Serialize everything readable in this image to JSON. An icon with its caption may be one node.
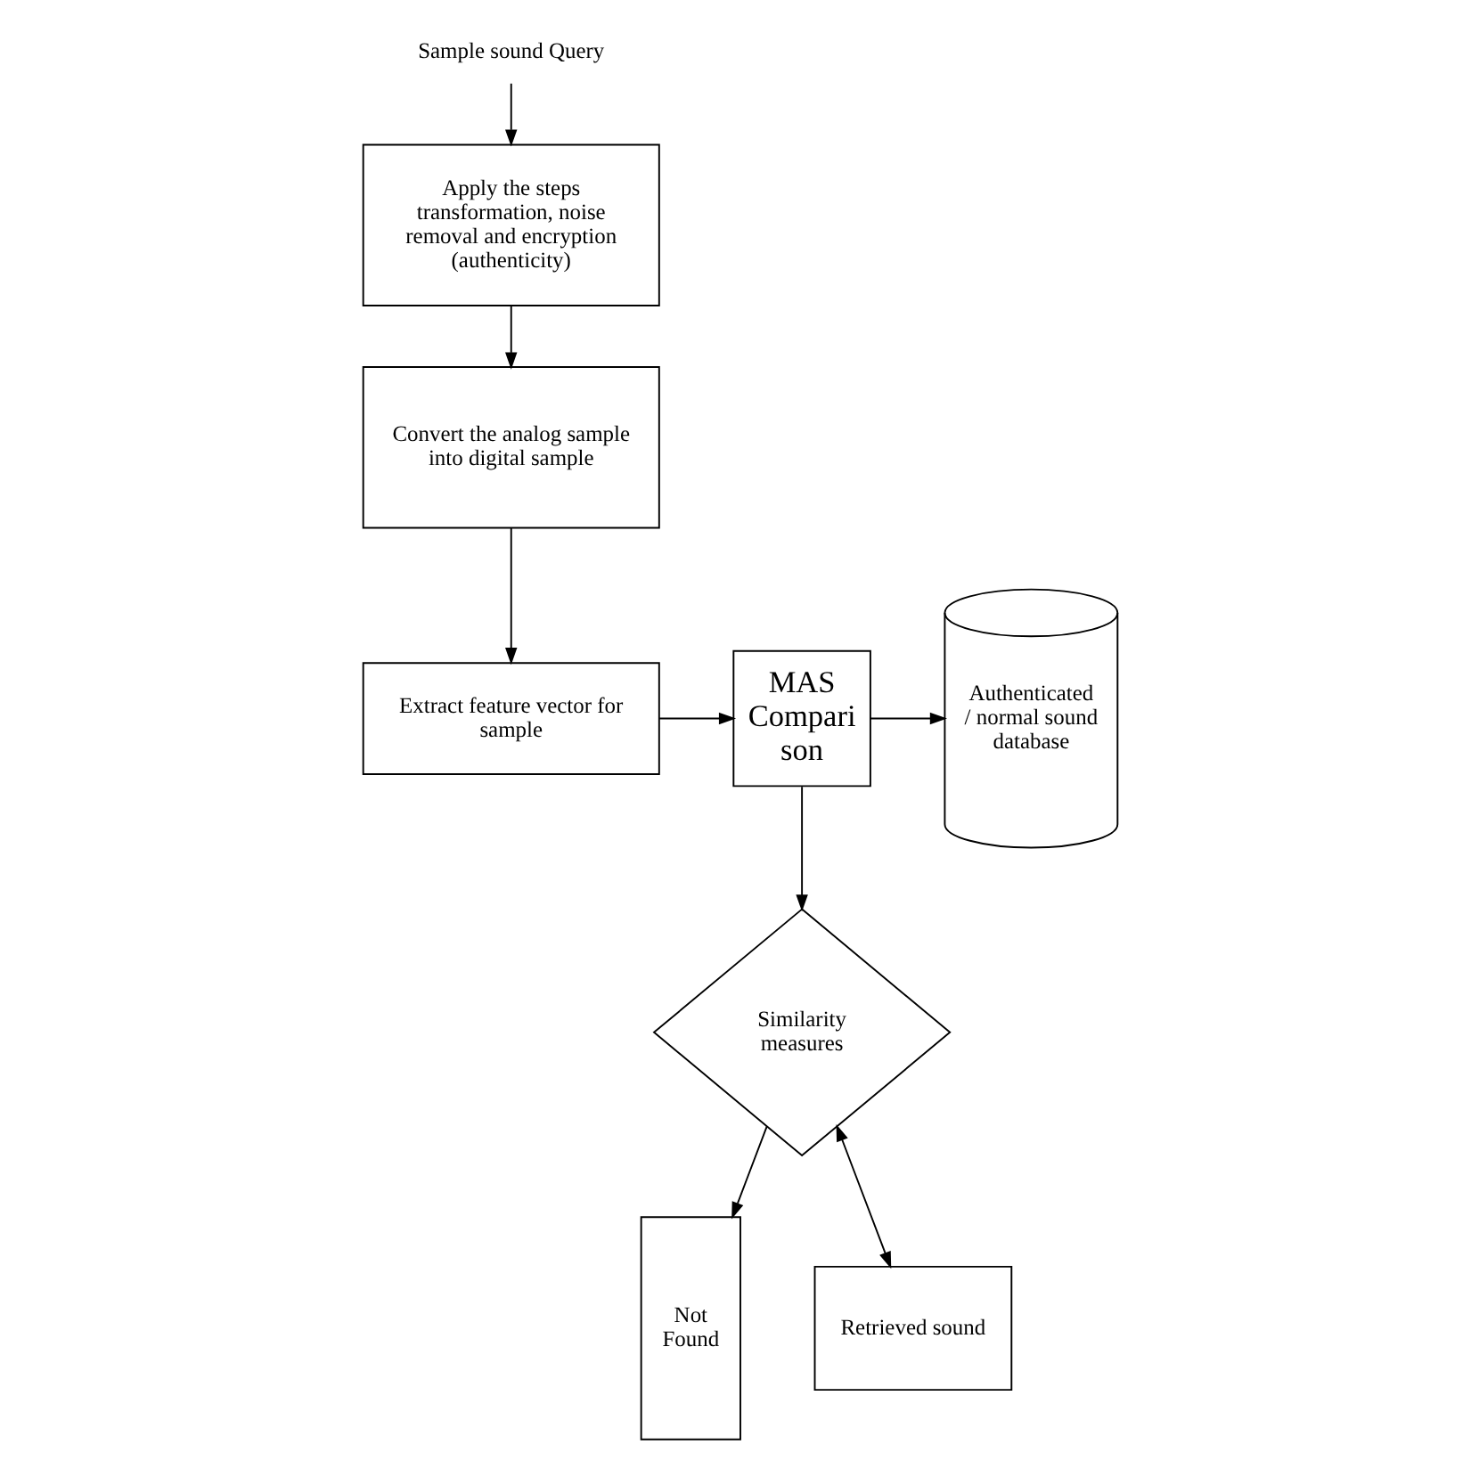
{
  "diagram": {
    "nodes": [
      {
        "text": [
          "Sample sound Query"
        ]
      },
      {
        "text": [
          "Apply the steps transformation, noise removal and encryption (authenticity)"
        ]
      },
      {
        "text": [
          "Convert the analog sample into digital sample"
        ]
      },
      {
        "text": [
          "Extract feature vector for sample"
        ]
      },
      {
        "text": [
          "MAS Compari son"
        ]
      },
      {
        "text": [
          "Authenticated / normal sound database"
        ]
      },
      {
        "text": [
          "Similarity measures"
        ]
      },
      {
        "text": [
          "Not Found"
        ]
      },
      {
        "text": [
          "Retrieved sound"
        ]
      }
    ],
    "edges": [
      {
        "from": 0,
        "to": 1,
        "arrow": "to"
      },
      {
        "from": 1,
        "to": 2,
        "arrow": "to"
      },
      {
        "from": 2,
        "to": 3,
        "arrow": "to"
      },
      {
        "from": 3,
        "to": 4,
        "arrow": "to"
      },
      {
        "from": 4,
        "to": 5,
        "arrow": "to"
      },
      {
        "from": 4,
        "to": 6,
        "arrow": "to"
      },
      {
        "from": 6,
        "to": 7,
        "arrow": "to"
      },
      {
        "from": 6,
        "to": 8,
        "arrow": "both"
      }
    ]
  }
}
